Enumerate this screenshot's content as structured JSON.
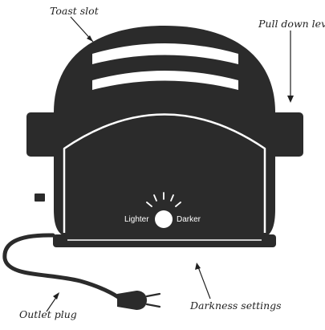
{
  "diagram": {
    "callouts": {
      "toast_slot": "Toast slot",
      "pull_down_lever": "Pull down lever",
      "outlet_plug": "Outlet plug",
      "darkness_settings": "Darkness settings"
    },
    "dial_labels": {
      "lighter": "Lighter",
      "darker": "Darker"
    },
    "colors": {
      "ink": "#2b2b2b",
      "background": "#ffffff",
      "text": "#1f1f1f"
    }
  }
}
